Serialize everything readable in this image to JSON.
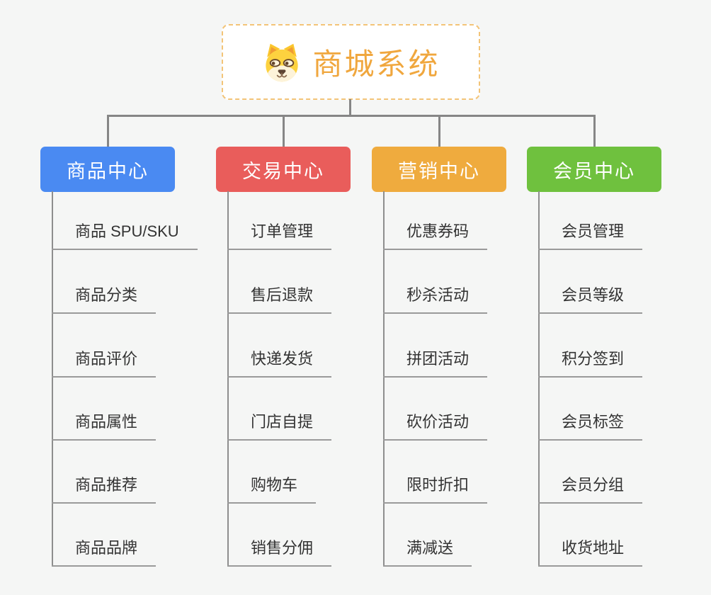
{
  "page": {
    "background_color": "#f5f6f5"
  },
  "root": {
    "title": "商城系统",
    "icon": "dog-face-icon",
    "title_color": "#f0a73e",
    "border_color": "#f3c478"
  },
  "connectors": {
    "line_color": "#868686",
    "underline_color": "#9a9a9a"
  },
  "branches": [
    {
      "label": "商品中心",
      "color": "#4a8af2",
      "items": [
        "商品 SPU/SKU",
        "商品分类",
        "商品评价",
        "商品属性",
        "商品推荐",
        "商品品牌"
      ]
    },
    {
      "label": "交易中心",
      "color": "#e95d5b",
      "items": [
        "订单管理",
        "售后退款",
        "快递发货",
        "门店自提",
        "购物车",
        "销售分佣"
      ]
    },
    {
      "label": "营销中心",
      "color": "#efab3e",
      "items": [
        "优惠券码",
        "秒杀活动",
        "拼团活动",
        "砍价活动",
        "限时折扣",
        "满减送"
      ]
    },
    {
      "label": "会员中心",
      "color": "#6fc13e",
      "items": [
        "会员管理",
        "会员等级",
        "积分签到",
        "会员标签",
        "会员分组",
        "收货地址"
      ]
    }
  ]
}
